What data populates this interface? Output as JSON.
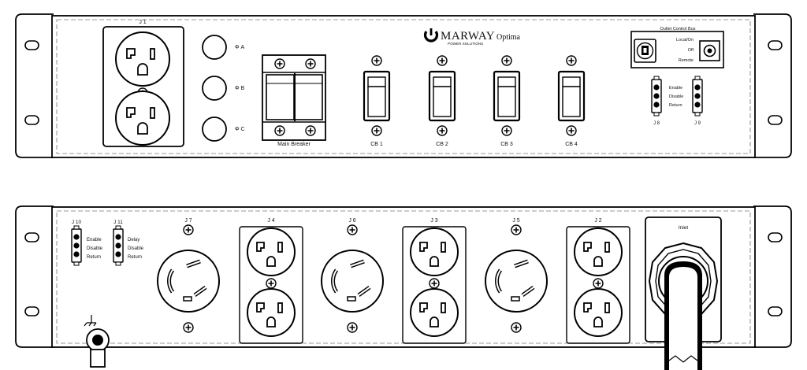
{
  "front_panel": {
    "outlet_label": "J 1",
    "phase_labels": [
      "Φ A",
      "Φ B",
      "Φ C"
    ],
    "main_breaker_label": "Main Breaker",
    "breakers": [
      "CB 1",
      "CB 2",
      "CB 3",
      "CB 4"
    ],
    "logo": {
      "brand": "MARWAY",
      "tagline": "POWER SOLUTIONS",
      "product": "Optima"
    },
    "control_bus": {
      "title": "Outlet Control Bus",
      "switch_positions": [
        "Local/On",
        "Off",
        "Remote"
      ],
      "terminal_labels": [
        "Enable",
        "Disable",
        "Return"
      ],
      "connectors": [
        "J 8",
        "J 9"
      ]
    }
  },
  "rear_panel": {
    "terminals": [
      {
        "label": "J 10",
        "lines": [
          "Enable",
          "Disable",
          "Return"
        ]
      },
      {
        "label": "J 11",
        "lines": [
          "Delay",
          "Disable",
          "Return"
        ]
      }
    ],
    "outlets": [
      {
        "label": "J 7",
        "type": "twist-lock"
      },
      {
        "label": "J 4",
        "type": "duplex"
      },
      {
        "label": "J 6",
        "type": "twist-lock"
      },
      {
        "label": "J 3",
        "type": "duplex"
      },
      {
        "label": "J 5",
        "type": "twist-lock"
      },
      {
        "label": "J 2",
        "type": "duplex"
      }
    ],
    "inlet_label": "Inlet"
  },
  "icons": [
    "ground-icon",
    "screw-icon",
    "outlet-icon",
    "twist-lock-icon",
    "rocker-switch-icon",
    "key-switch-icon",
    "power-logo-icon"
  ]
}
